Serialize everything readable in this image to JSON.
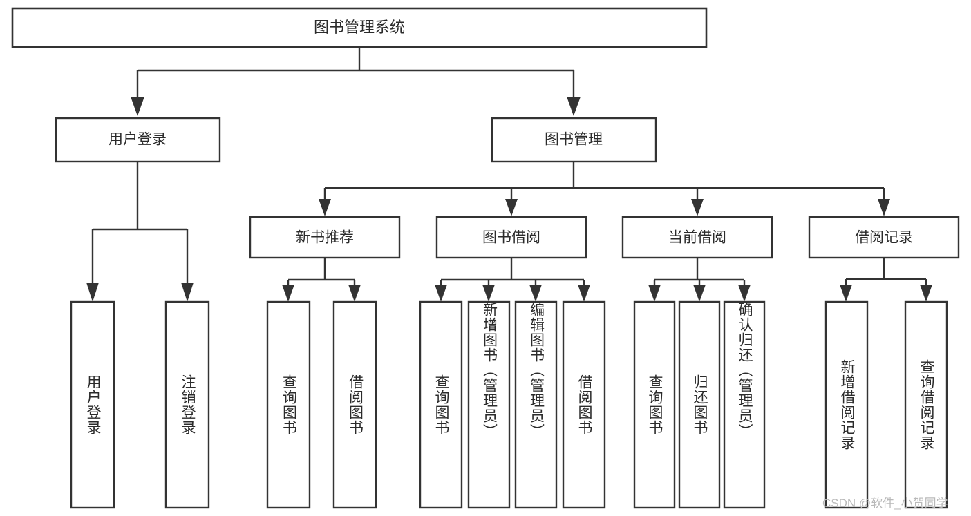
{
  "diagram": {
    "type": "tree",
    "title_node": {
      "id": "root",
      "label": "图书管理系统"
    },
    "level2": [
      {
        "id": "user-login",
        "label": "用户登录"
      },
      {
        "id": "book-management",
        "label": "图书管理"
      }
    ],
    "level3": [
      {
        "id": "new-book-recommend",
        "label": "新书推荐",
        "parent": "book-management"
      },
      {
        "id": "book-borrow",
        "label": "图书借阅",
        "parent": "book-management"
      },
      {
        "id": "current-borrow",
        "label": "当前借阅",
        "parent": "book-management"
      },
      {
        "id": "borrow-record",
        "label": "借阅记录",
        "parent": "book-management"
      }
    ],
    "leaves": {
      "user_login": [
        {
          "id": "leaf-user-login",
          "label": "用户登录"
        },
        {
          "id": "leaf-logout-login",
          "label": "注销登录"
        }
      ],
      "new_book_recommend": [
        {
          "id": "leaf-query-book-1",
          "label": "查询图书"
        },
        {
          "id": "leaf-borrow-book-1",
          "label": "借阅图书"
        }
      ],
      "book_borrow": [
        {
          "id": "leaf-query-book-2",
          "label": "查询图书"
        },
        {
          "id": "leaf-add-book",
          "label": "新增图书（管理员）"
        },
        {
          "id": "leaf-edit-book",
          "label": "编辑图书（管理员）"
        },
        {
          "id": "leaf-borrow-book-2",
          "label": "借阅图书"
        }
      ],
      "current_borrow": [
        {
          "id": "leaf-query-book-3",
          "label": "查询图书"
        },
        {
          "id": "leaf-return-book",
          "label": "归还图书"
        },
        {
          "id": "leaf-confirm-return",
          "label": "确认归还（管理员）"
        }
      ],
      "borrow_record": [
        {
          "id": "leaf-add-record",
          "label": "新增借阅记录"
        },
        {
          "id": "leaf-query-record",
          "label": "查询借阅记录"
        }
      ]
    }
  },
  "watermark": {
    "text": "CSDN @软件_小贺同学"
  },
  "colors": {
    "stroke": "#333333",
    "text": "#2b2b2b",
    "background": "#ffffff",
    "watermark": "#b9b9b9"
  }
}
